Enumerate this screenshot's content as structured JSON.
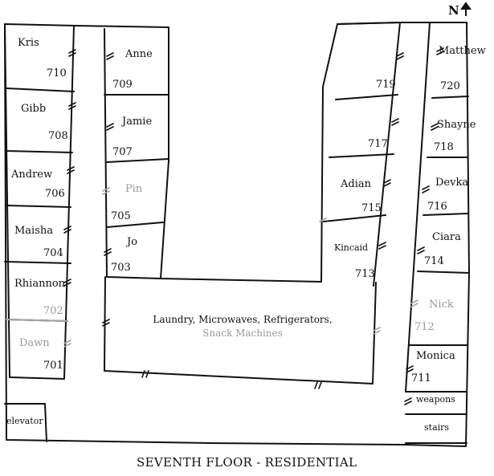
{
  "compass": "N",
  "title": "SEVENTH FLOOR - RESIDENTIAL",
  "common_area": {
    "line1": "Laundry, Microwaves, Refrigerators,",
    "line2": "Snack Machines"
  },
  "elevator": "elevator",
  "stairs": "stairs",
  "weapons": "weapons",
  "rooms": {
    "r710": {
      "name": "Kris",
      "number": "710"
    },
    "r708": {
      "name": "Gibb",
      "number": "708"
    },
    "r706": {
      "name": "Andrew",
      "number": "706"
    },
    "r704": {
      "name": "Maisha",
      "number": "704"
    },
    "r702": {
      "name": "Rhiannon",
      "number": "702"
    },
    "r701": {
      "name": "Dawn",
      "number": "701"
    },
    "r709": {
      "name": "Anne",
      "number": "709"
    },
    "r707": {
      "name": "Jamie",
      "number": "707"
    },
    "r705": {
      "name": "Pin",
      "number": "705"
    },
    "r703": {
      "name": "Jo",
      "number": "703"
    },
    "r719": {
      "name": "",
      "number": "719"
    },
    "r717": {
      "name": "",
      "number": "717"
    },
    "r715": {
      "name": "Adian",
      "number": "715"
    },
    "r713": {
      "name": "Kincaid",
      "number": "713"
    },
    "r720": {
      "name": "Matthew",
      "number": "720"
    },
    "r718": {
      "name": "Shayne",
      "number": "718"
    },
    "r716": {
      "name": "Devka",
      "number": "716"
    },
    "r714": {
      "name": "Ciara",
      "number": "714"
    },
    "r712": {
      "name": "Nick",
      "number": "712"
    },
    "r711": {
      "name": "Monica",
      "number": "711"
    }
  }
}
